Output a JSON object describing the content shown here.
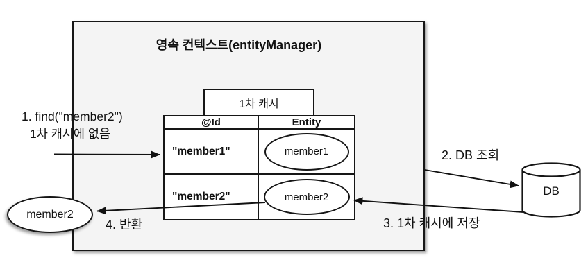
{
  "title": "영속 컨텍스트(entityManager)",
  "cache": {
    "label": "1차 캐시",
    "table": {
      "headers": [
        "@Id",
        "Entity"
      ],
      "rows": [
        {
          "id": "\"member1\"",
          "entity": "member1"
        },
        {
          "id": "\"member2\"",
          "entity": "member2"
        }
      ]
    }
  },
  "annotations": {
    "step1_line1": "1. find(\"member2\")",
    "step1_line2": "1차 캐시에 없음",
    "step2": "2. DB 조회",
    "step3": "3. 1차 캐시에 저장",
    "step4": "4. 반환"
  },
  "returned_entity": "member2",
  "database": {
    "label": "DB"
  },
  "colors": {
    "context_fill": "#f4f4f4",
    "stroke": "#161616",
    "background": "#ffffff",
    "shape_fill": "#ffffff"
  }
}
